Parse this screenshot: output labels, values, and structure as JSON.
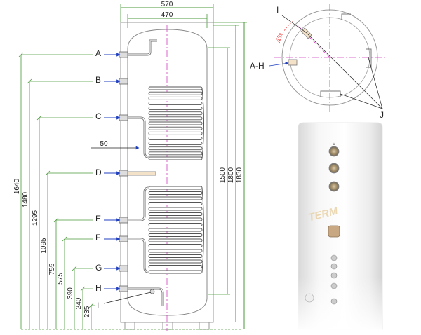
{
  "top_dims": {
    "outer_width": "570",
    "inner_width": "470"
  },
  "right_dims": {
    "d1500": "1500",
    "d1800": "1800",
    "d1830": "1830"
  },
  "left_heights": [
    "1640",
    "1480",
    "1295",
    "1095",
    "755",
    "575",
    "390",
    "240",
    "235"
  ],
  "coil_offset": "50",
  "connections": [
    "A",
    "B",
    "C",
    "D",
    "E",
    "F",
    "G",
    "H",
    "I"
  ],
  "top_view": {
    "label_i": "I",
    "label_ah": "A-H",
    "label_j": "J",
    "angle": "45°"
  },
  "colors": {
    "dimension_line": "#4a9a3a",
    "center_line": "#d040c0",
    "arrow": "#1f3fbf",
    "coil": "#555555",
    "tank_body": "#e8e8e8"
  },
  "logo_text": "TERM"
}
